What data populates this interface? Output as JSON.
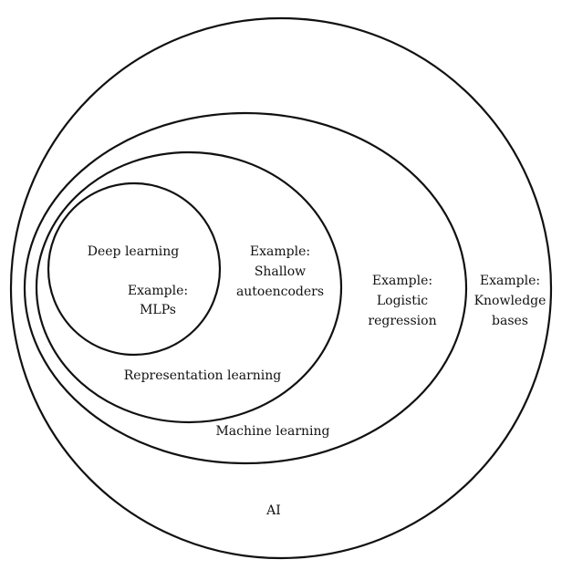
{
  "regions": {
    "ai": {
      "label": "AI",
      "example": [
        "Example:",
        "Knowledge",
        "bases"
      ]
    },
    "machine_learning": {
      "label": "Machine learning",
      "example": [
        "Example:",
        "Logistic",
        "regression"
      ]
    },
    "representation_learning": {
      "label": "Representation learning",
      "example": [
        "Example:",
        "Shallow",
        "autoencoders"
      ]
    },
    "deep_learning": {
      "label": "Deep learning",
      "example": [
        "Example:",
        "MLPs"
      ]
    }
  },
  "colors": {
    "stroke": "#111111",
    "background": "#ffffff"
  }
}
